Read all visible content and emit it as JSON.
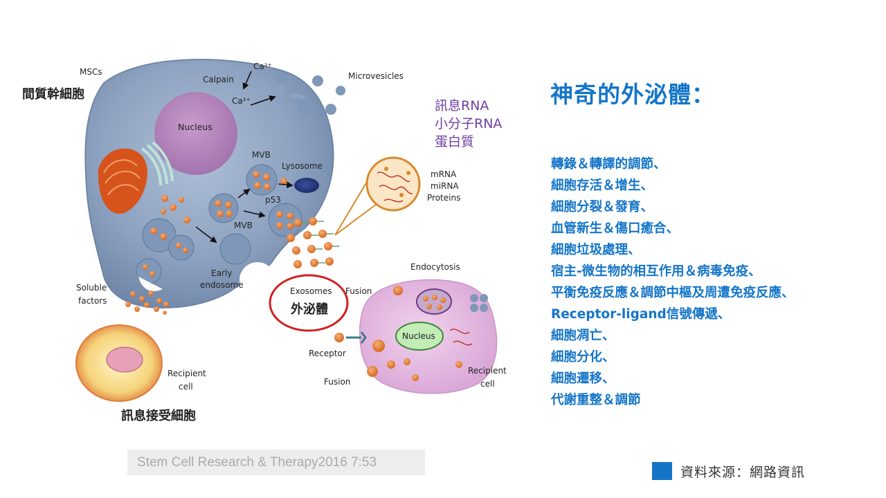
{
  "slide": {
    "title": "神奇的外泌體：",
    "functions": [
      "轉錄＆轉譯的調節、",
      "細胞存活＆增生、",
      "細胞分裂＆發育、",
      "血管新生＆傷口癒合、",
      "細胞垃圾處理、",
      "宿主-微生物的相互作用＆病毒免疫、",
      "平衡免疫反應＆調節中樞及周遭免疫反應、",
      "Receptor-ligand信號傳遞、",
      "細胞凋亡、",
      "細胞分化、",
      "細胞遷移、",
      "代謝重整＆調節"
    ],
    "citation": "Stem Cell Research & Therapy2016 7:53",
    "source": "資料來源：網路資訊",
    "accent_color": "#1475c8"
  },
  "diagram": {
    "labels": {
      "mscs": "MSCs",
      "mscs_cn": "間質幹細胞",
      "calpain": "Calpain",
      "ca_top": "Ca²⁺",
      "ca_mid": "Ca²⁺",
      "microvesicles": "Microvesicles",
      "nucleus": "Nucleus",
      "mvb_top": "MVB",
      "mvb_bottom": "MVB",
      "lysosome": "Lysosome",
      "p53": "p53",
      "early_endosome_1": "Early",
      "early_endosome_2": "endosome",
      "soluble_1": "Soluble",
      "soluble_2": "factors",
      "mrna": "mRNA",
      "mirna": "miRNA",
      "proteins": "Proteins",
      "exosomes": "Exosomes",
      "exosomes_cn": "外泌體",
      "fusion_top": "Fusion",
      "endocytosis": "Endocytosis",
      "recipient_nucleus": "Nucleus",
      "receptor": "Receptor",
      "fusion_bottom": "Fusion",
      "recipient_left_1": "Recipient",
      "recipient_left_2": "cell",
      "recipient_right_1": "Recipient",
      "recipient_right_2": "cell",
      "recipient_cn": "訊息接受細胞"
    },
    "cargo": [
      "訊息RNA",
      "小分子RNA",
      "蛋白質"
    ]
  }
}
